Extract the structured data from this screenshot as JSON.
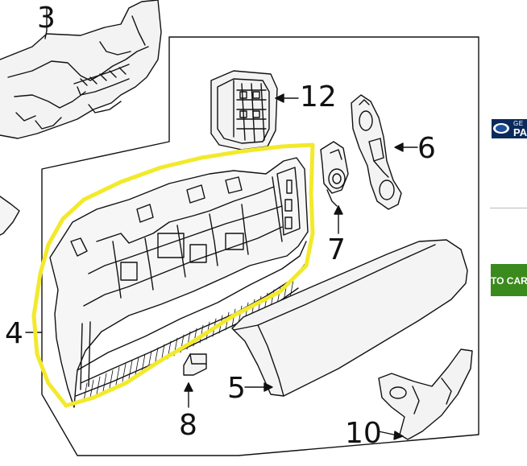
{
  "diagram": {
    "callouts": {
      "c3": "3",
      "c4": "4",
      "c5": "5",
      "c6": "6",
      "c7": "7",
      "c8": "8",
      "c10": "10",
      "c12": "12"
    },
    "highlight_color": "#f2ea2a",
    "line_color": "#111111"
  },
  "sidebar": {
    "brand_top": "GE",
    "brand_bottom": "PA",
    "cart_button_label": "TO CAR"
  }
}
